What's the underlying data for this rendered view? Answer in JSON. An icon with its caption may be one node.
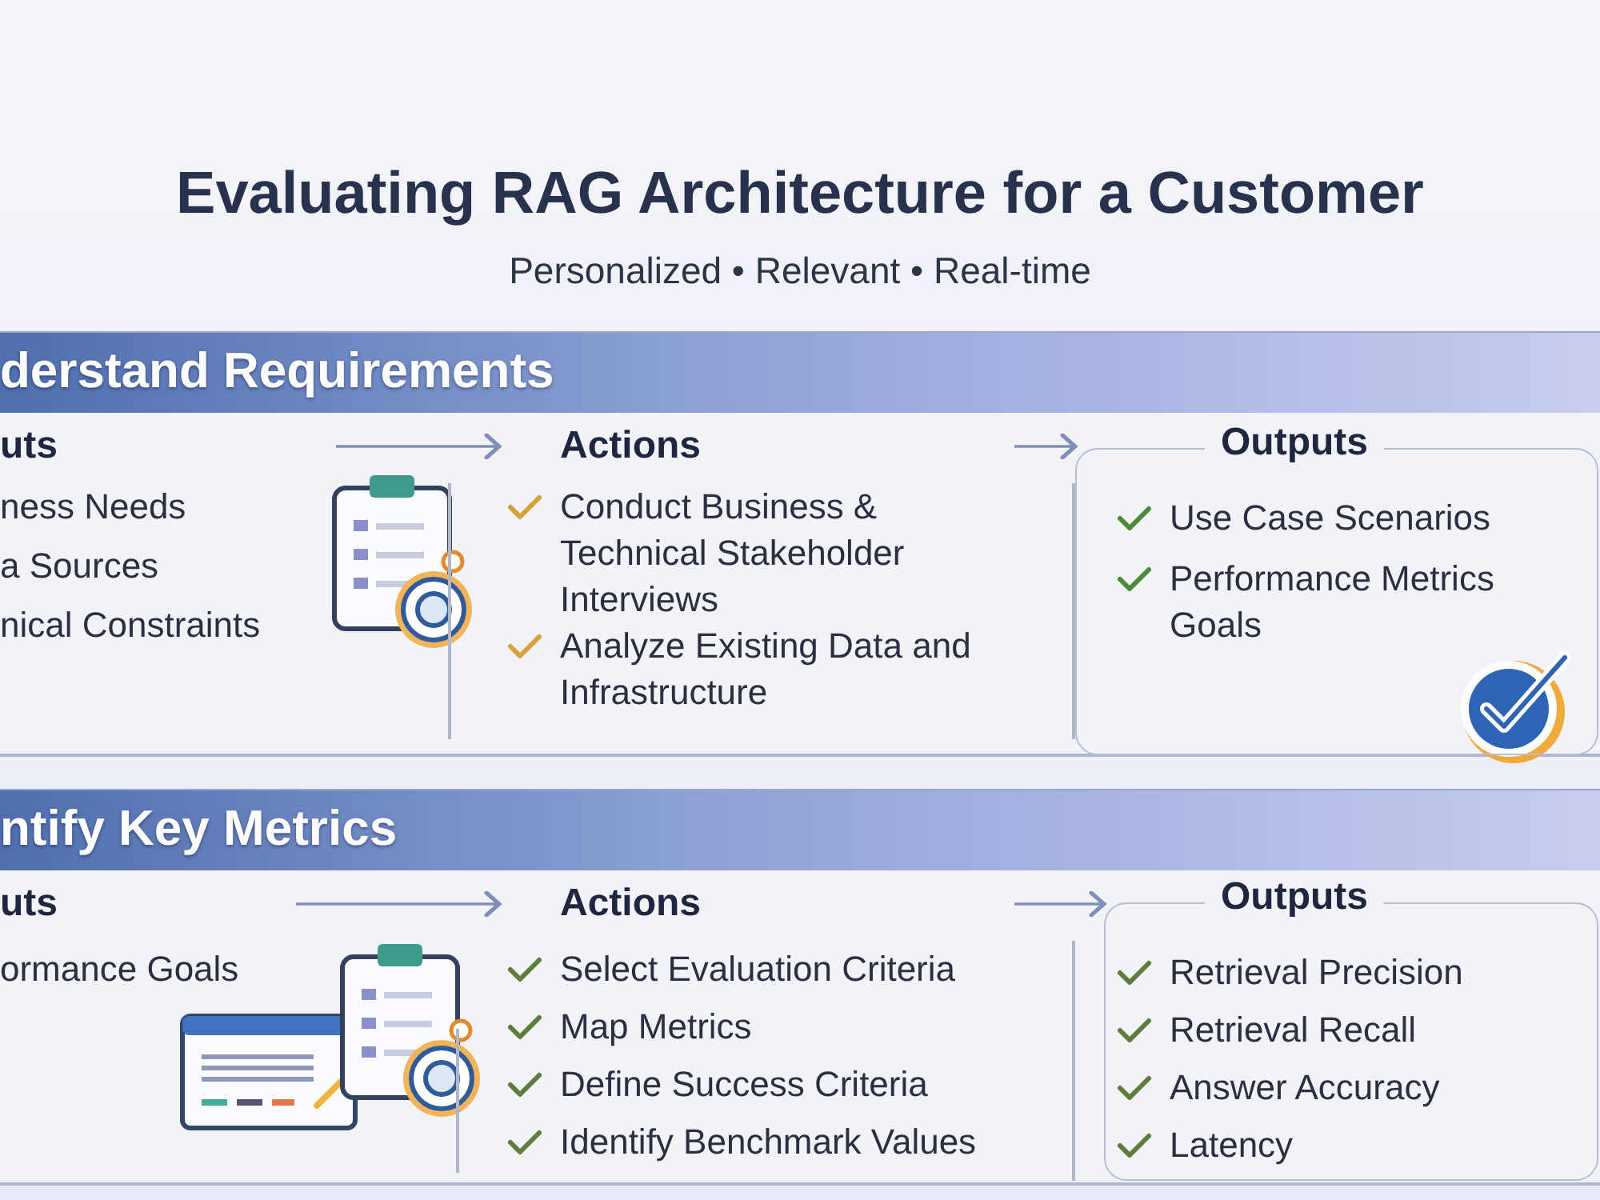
{
  "diagram": {
    "title": "Evaluating RAG Architecture for a Customer",
    "nodes": [
      {
        "text": [
          "derstand Requirements"
        ]
      },
      {
        "text": [
          "uts",
          "ness Needs",
          "a Sources",
          "nical Constraints"
        ],
        "in": 0
      },
      {
        "text": [
          "Actions",
          "Conduct Business & Technical Stakeholder Interviews",
          "Analyze Existing Data and Infrastructure"
        ],
        "in": 0
      },
      {
        "text": [
          "Outputs",
          "Use Case Scenarios",
          "Performance Metrics Goals"
        ],
        "in": 0
      },
      {
        "text": [
          "ntify Key Metrics"
        ]
      },
      {
        "text": [
          "uts",
          "ormance Goals"
        ],
        "in": 4
      },
      {
        "text": [
          "Actions",
          "Select Evaluation Criteria",
          "Map Metrics",
          "Define Success Criteria",
          "Identify Benchmark Values"
        ],
        "in": 4
      },
      {
        "text": [
          "Outputs",
          "Retrieval Precision",
          "Retrieval Recall",
          "Answer Accuracy",
          "Latency"
        ],
        "in": 4
      }
    ],
    "edges": [
      {
        "from": 1,
        "to": 2,
        "arrow": "to"
      },
      {
        "from": 2,
        "to": 3,
        "arrow": "to"
      },
      {
        "from": 5,
        "to": 6,
        "arrow": "to"
      },
      {
        "from": 6,
        "to": 7,
        "arrow": "to"
      }
    ],
    "labels": [
      "Personalized • Relevant • Real-time"
    ]
  }
}
